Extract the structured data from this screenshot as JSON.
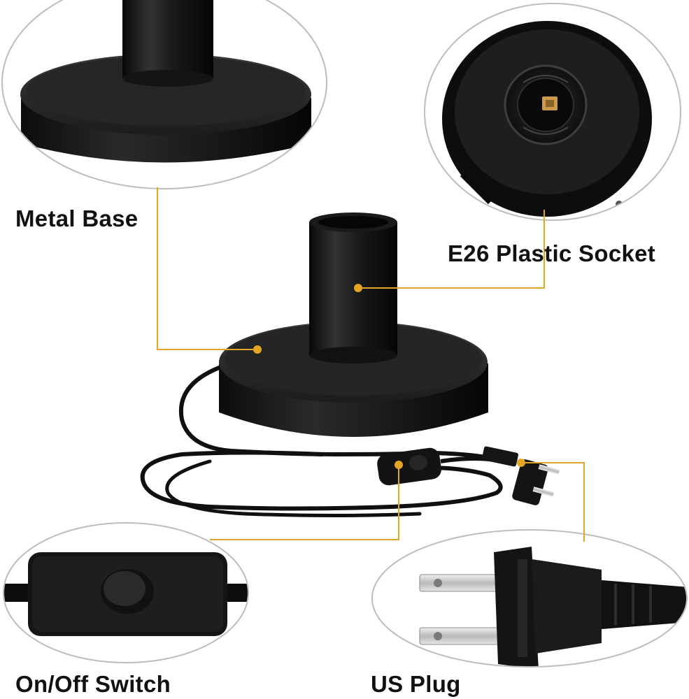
{
  "labels": {
    "metal_base": "Metal Base",
    "plastic_socket": "E26 Plastic Socket",
    "switch": "On/Off Switch",
    "plug": "US Plug"
  },
  "colors": {
    "leader_line": "#e3a526",
    "product": "#141414",
    "callout_border": "#bdbdbd",
    "background": "#ffffff"
  }
}
